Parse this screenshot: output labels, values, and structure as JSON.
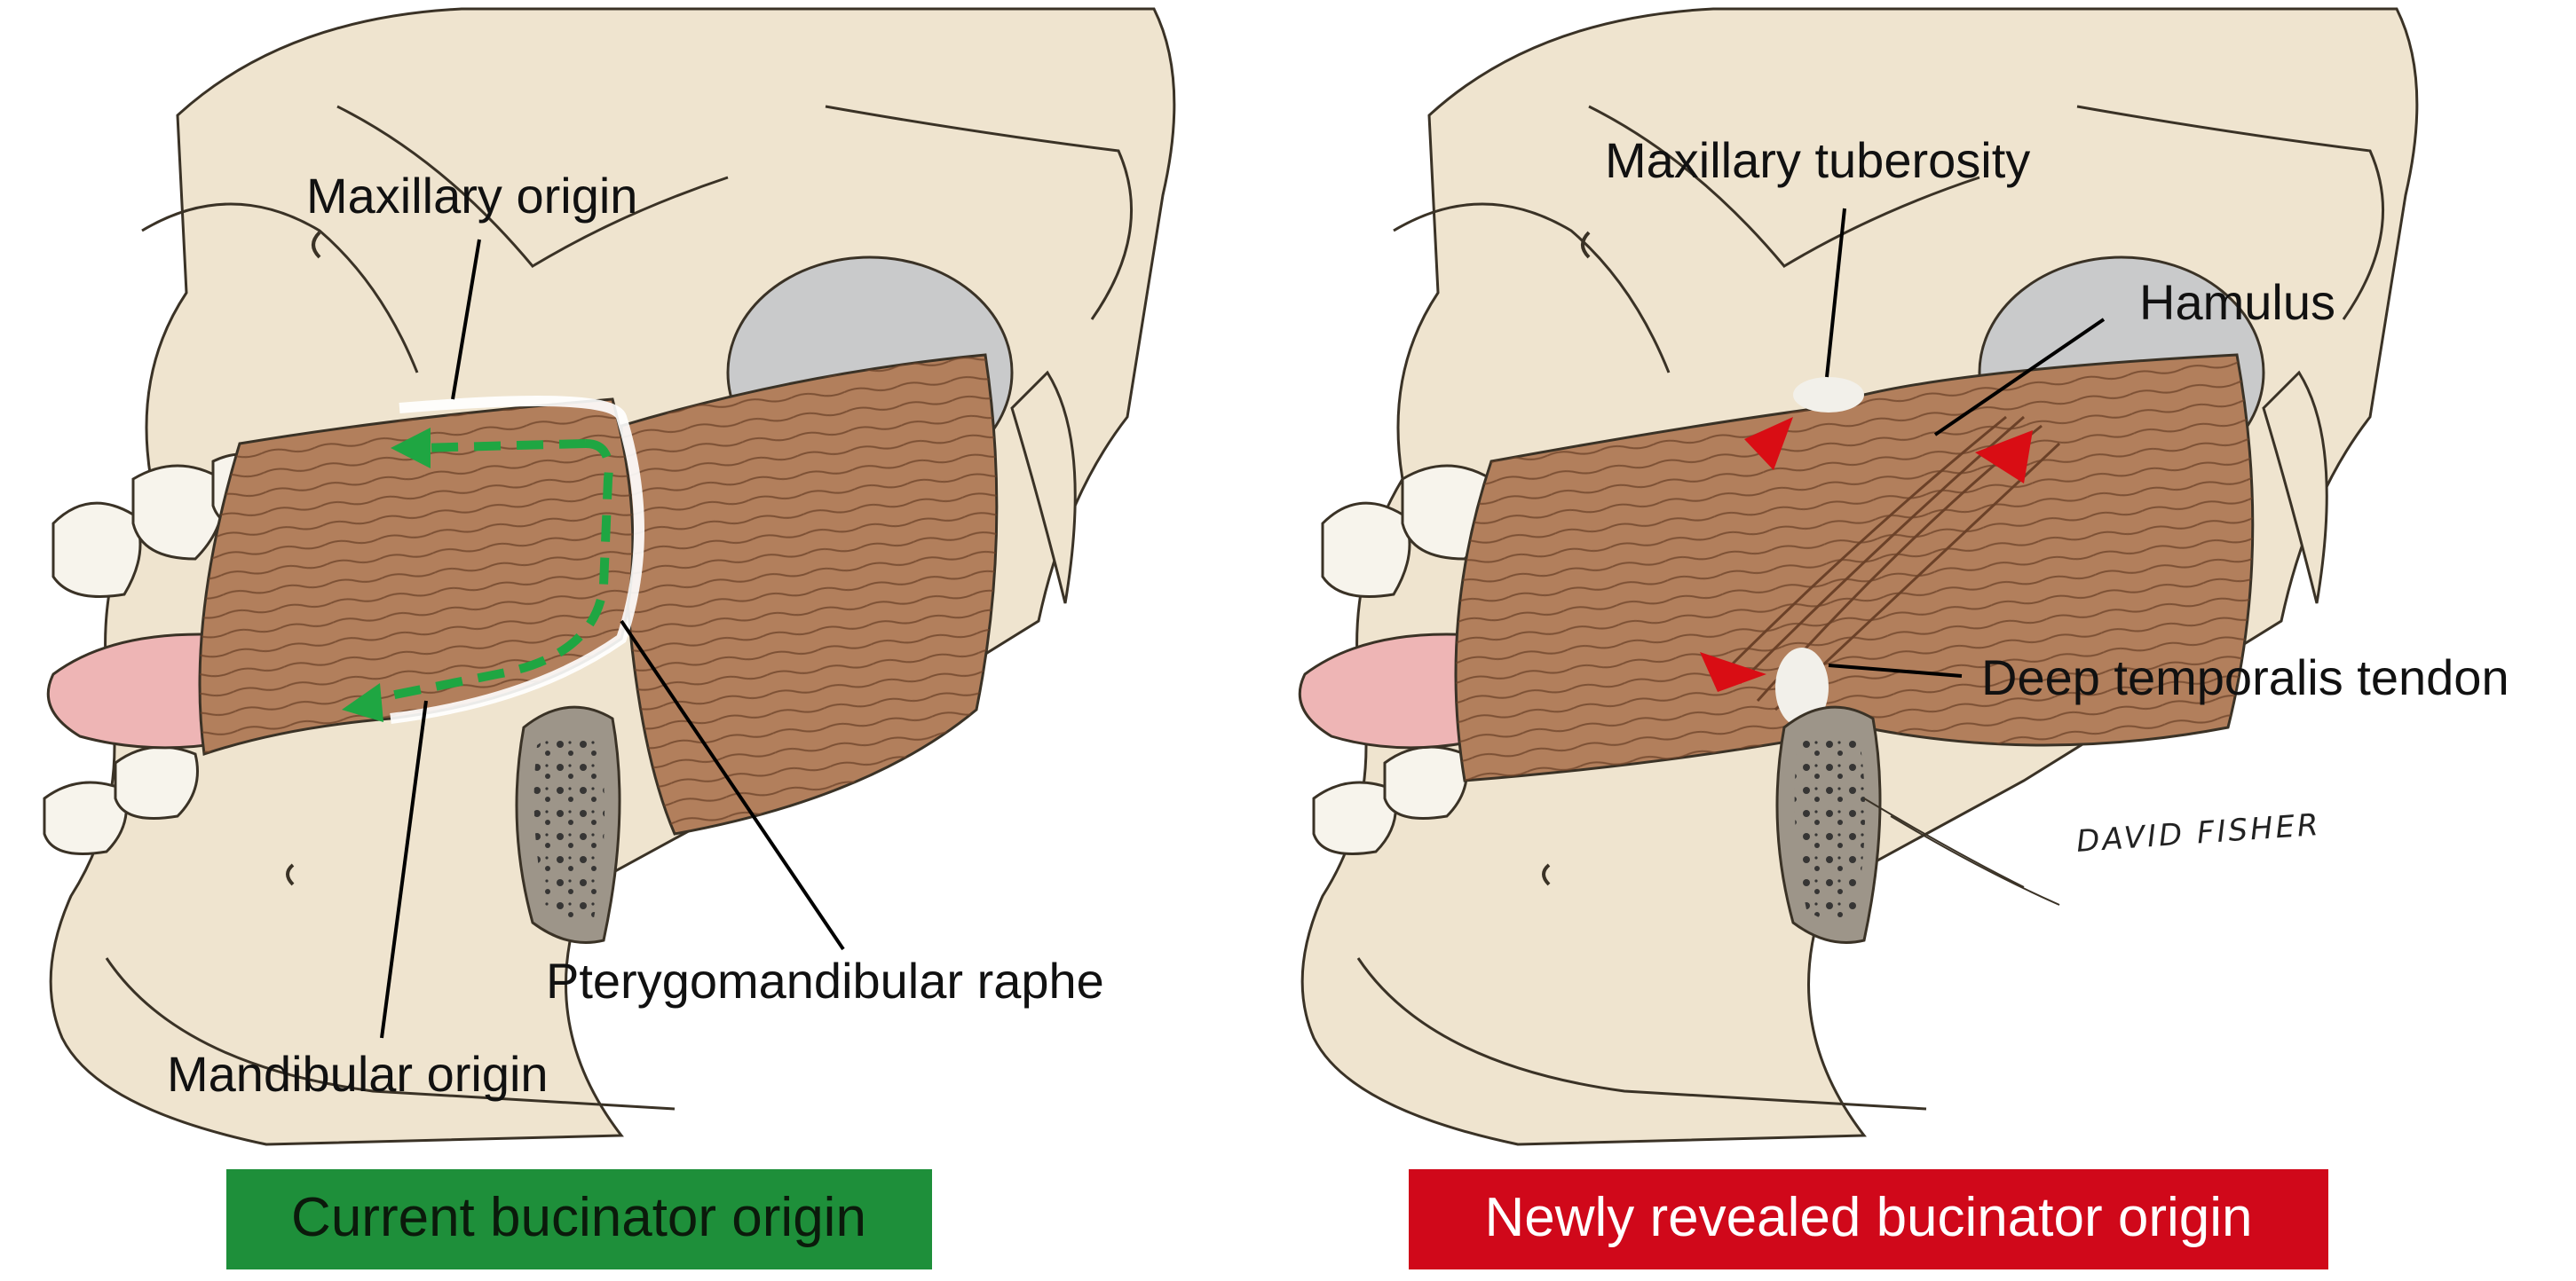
{
  "left_panel": {
    "labels": {
      "maxillary_origin": "Maxillary origin",
      "pterygomandibular_raphe": "Pterygomandibular raphe",
      "mandibular_origin": "Mandibular origin"
    },
    "caption": {
      "text": "Current bucinator origin",
      "bg": "#1e8f3a",
      "fg": "#0b1a0b"
    }
  },
  "right_panel": {
    "labels": {
      "maxillary_tuberosity": "Maxillary tuberosity",
      "hamulus": "Hamulus",
      "deep_temporalis_tendon": "Deep temporalis tendon"
    },
    "caption": {
      "text": "Newly revealed bucinator origin",
      "bg": "#d0081a",
      "fg": "#ffffff"
    },
    "signature": "DAVID FISHER"
  },
  "colors": {
    "bone": "#efe4cf",
    "bone_shadow": "#dccbaa",
    "muscle": "#b27f5c",
    "muscle_dark": "#8a5a3c",
    "tongue": "#eeb5b5",
    "teeth": "#f7f4ec",
    "orbit": "#c9cacb",
    "dashed_arrow": "#1fa642",
    "arrowheads": "#d90d14"
  }
}
